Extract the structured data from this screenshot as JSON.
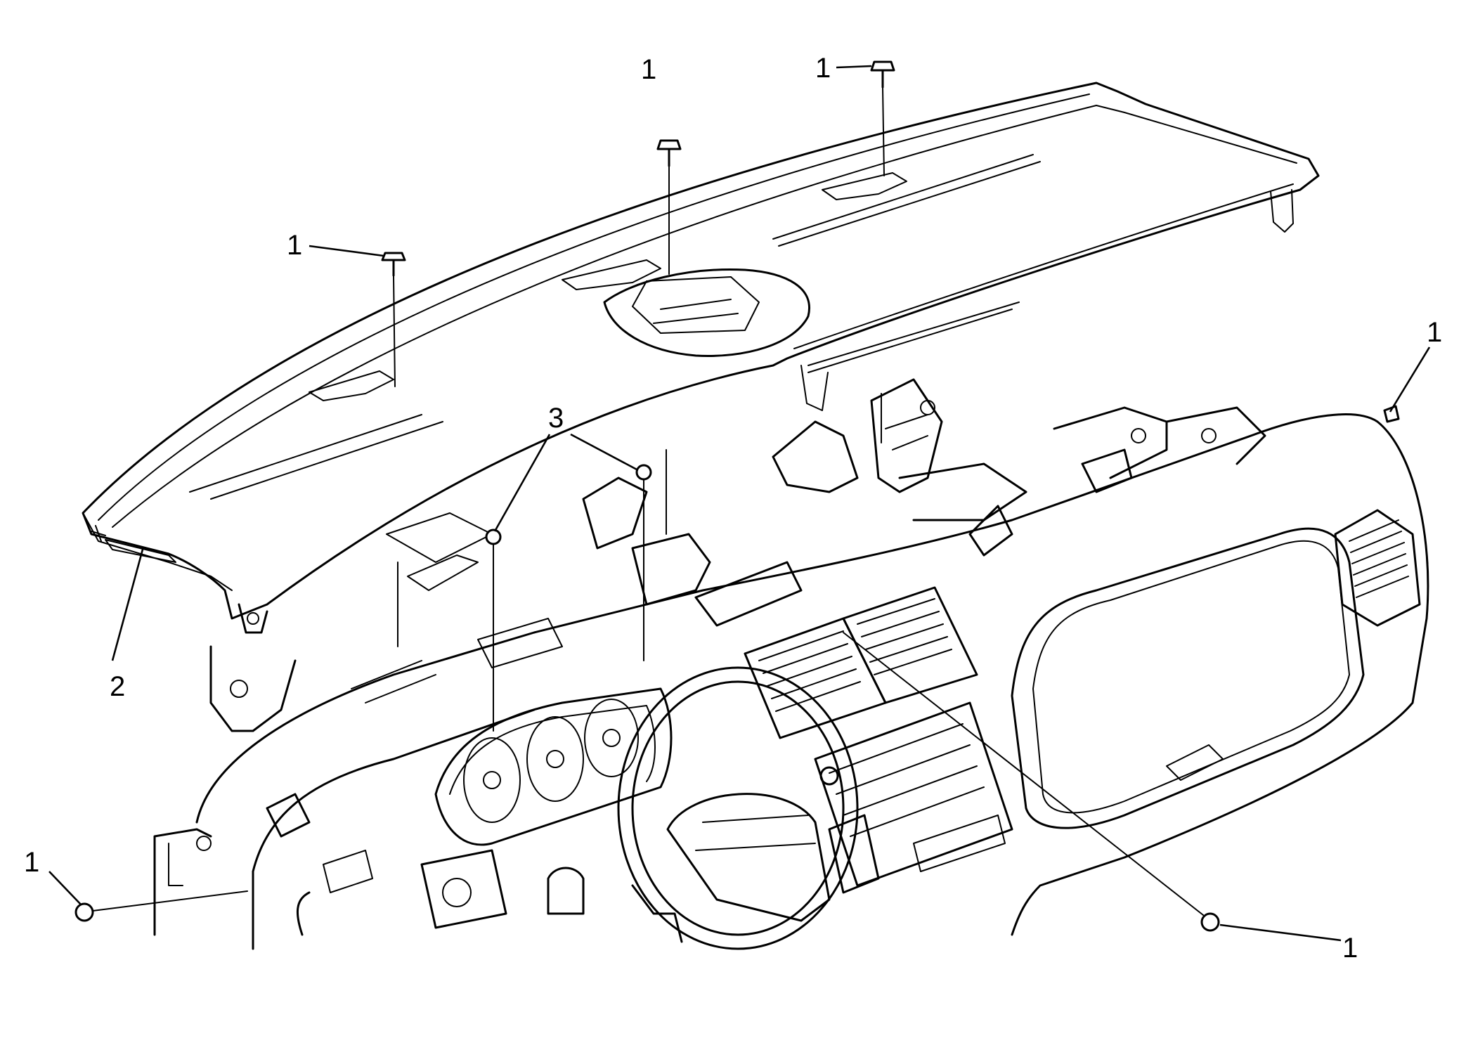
{
  "figure": {
    "type": "exploded-assembly-diagram",
    "background": "#ffffff",
    "line_color": "#000000"
  },
  "callouts": [
    {
      "id": "c1a",
      "label": "1"
    },
    {
      "id": "c1b",
      "label": "1"
    },
    {
      "id": "c1c",
      "label": "1"
    },
    {
      "id": "c1d",
      "label": "1"
    },
    {
      "id": "c1e",
      "label": "1"
    },
    {
      "id": "c1f",
      "label": "1"
    },
    {
      "id": "c2",
      "label": "2"
    },
    {
      "id": "c3",
      "label": "3"
    }
  ]
}
